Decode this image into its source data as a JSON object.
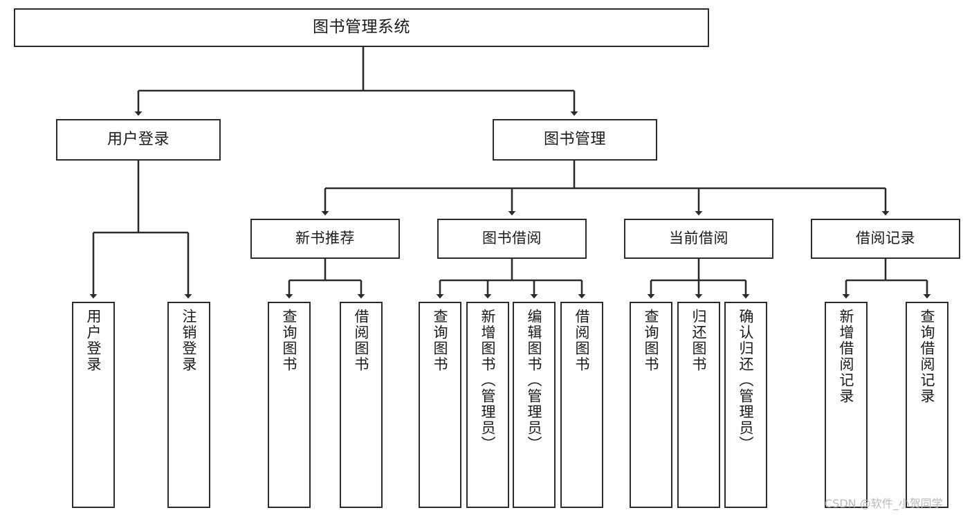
{
  "diagram": {
    "title": "图书管理系统",
    "type": "tree-hierarchy",
    "stroke_color": "#2b2b2b",
    "fill_color": "#ffffff",
    "text_color": "#1a1a1a"
  },
  "nodes": {
    "root": {
      "label": "图书管理系统"
    },
    "level1": [
      {
        "label": "用户登录"
      },
      {
        "label": "图书管理"
      }
    ],
    "level2": [
      {
        "label": "新书推荐"
      },
      {
        "label": "图书借阅"
      },
      {
        "label": "当前借阅"
      },
      {
        "label": "借阅记录"
      }
    ],
    "leaves": {
      "user_login": [
        {
          "label": "用户登录"
        },
        {
          "label": "注销登录"
        }
      ],
      "new_book_recommend": [
        {
          "label": "查询图书"
        },
        {
          "label": "借阅图书"
        }
      ],
      "book_borrow": [
        {
          "label": "查询图书"
        },
        {
          "label": "新增图书（管理员）"
        },
        {
          "label": "编辑图书（管理员）"
        },
        {
          "label": "借阅图书"
        }
      ],
      "current_borrow": [
        {
          "label": "查询图书"
        },
        {
          "label": "归还图书"
        },
        {
          "label": "确认归还（管理员）"
        }
      ],
      "borrow_record": [
        {
          "label": "新增借阅记录"
        },
        {
          "label": "查询借阅记录"
        }
      ]
    }
  },
  "watermark": {
    "text": "CSDN @软件_小贺同学"
  }
}
